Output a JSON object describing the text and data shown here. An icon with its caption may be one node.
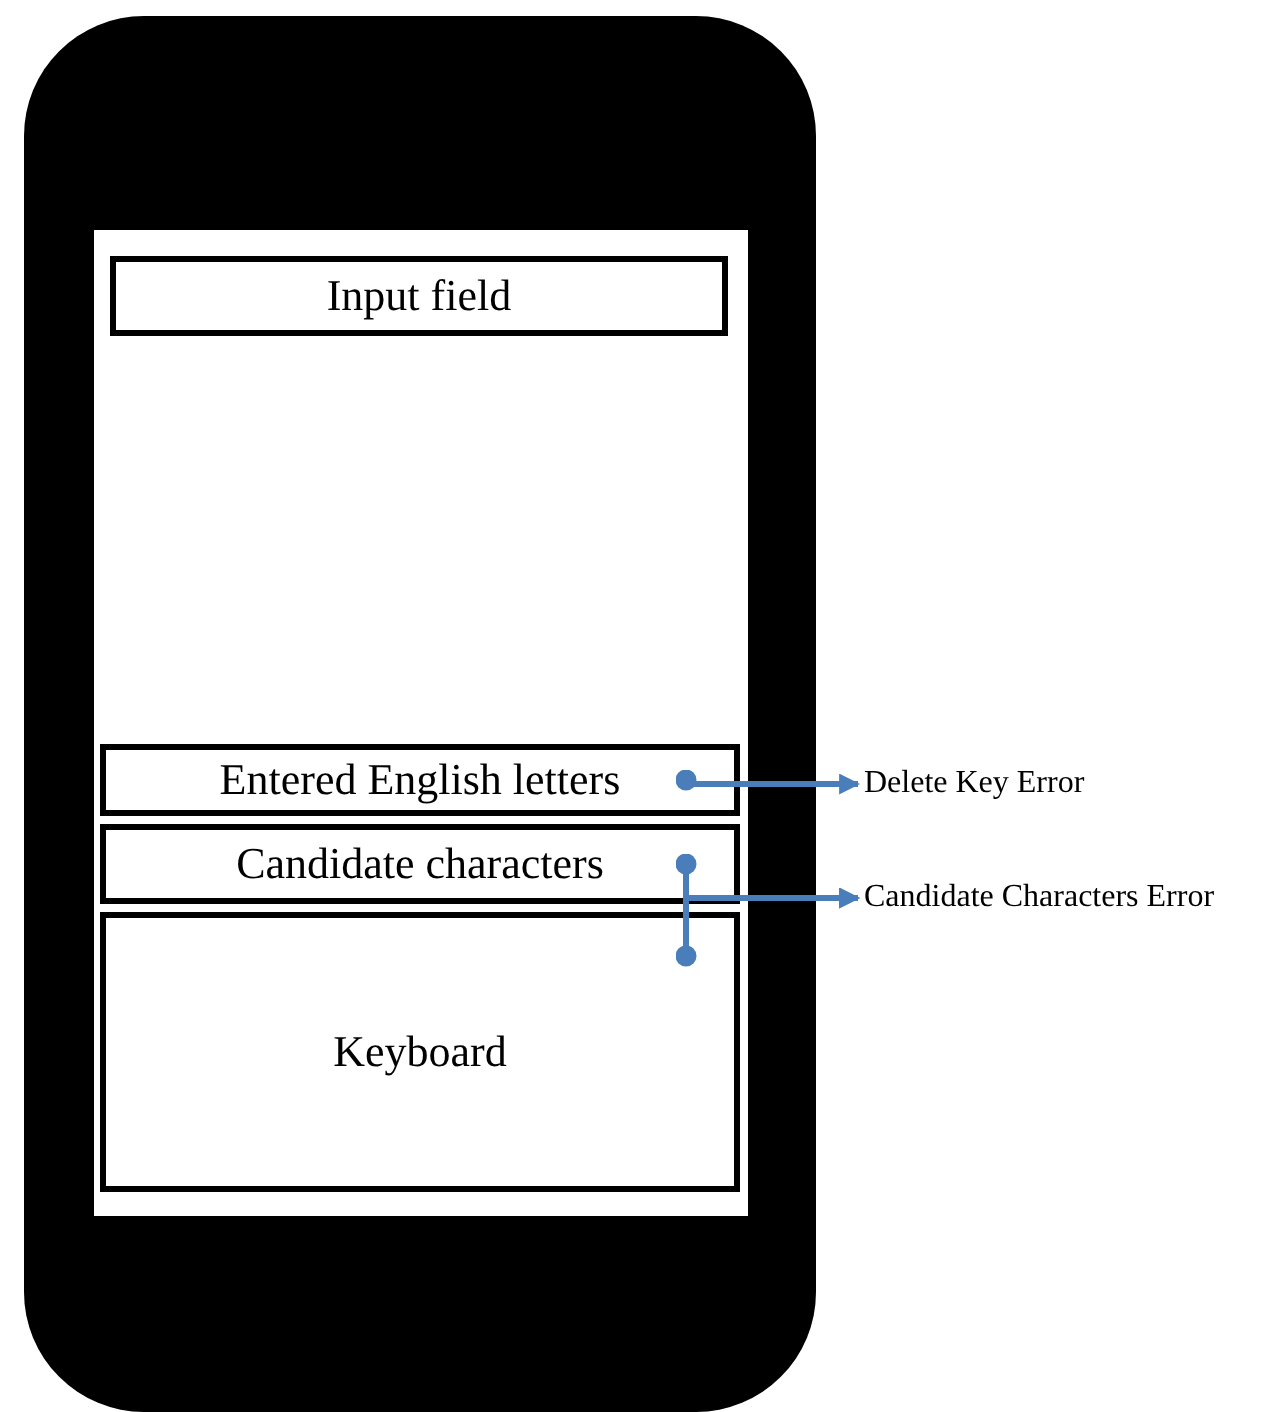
{
  "diagram": {
    "nodes": [
      {
        "text": [],
        "shape": "box"
      },
      {
        "text": [],
        "shape": "box",
        "in": 0
      },
      {
        "text": [
          "Input field"
        ],
        "in": 1
      },
      {
        "text": [
          "Entered English letters"
        ],
        "in": 1
      },
      {
        "text": [
          "Candidate characters"
        ],
        "in": 1
      },
      {
        "text": [
          "Keyboard"
        ],
        "in": 1
      },
      {
        "text": [
          "Delete Key Error"
        ]
      },
      {
        "text": [
          "Candidate Characters Error"
        ]
      }
    ],
    "edges": [
      {
        "from": 3,
        "to": 6,
        "arrow": "to"
      },
      {
        "from": 4,
        "to": 7,
        "arrow": "to"
      },
      {
        "from": 5,
        "to": 7,
        "arrow": "to"
      }
    ]
  }
}
